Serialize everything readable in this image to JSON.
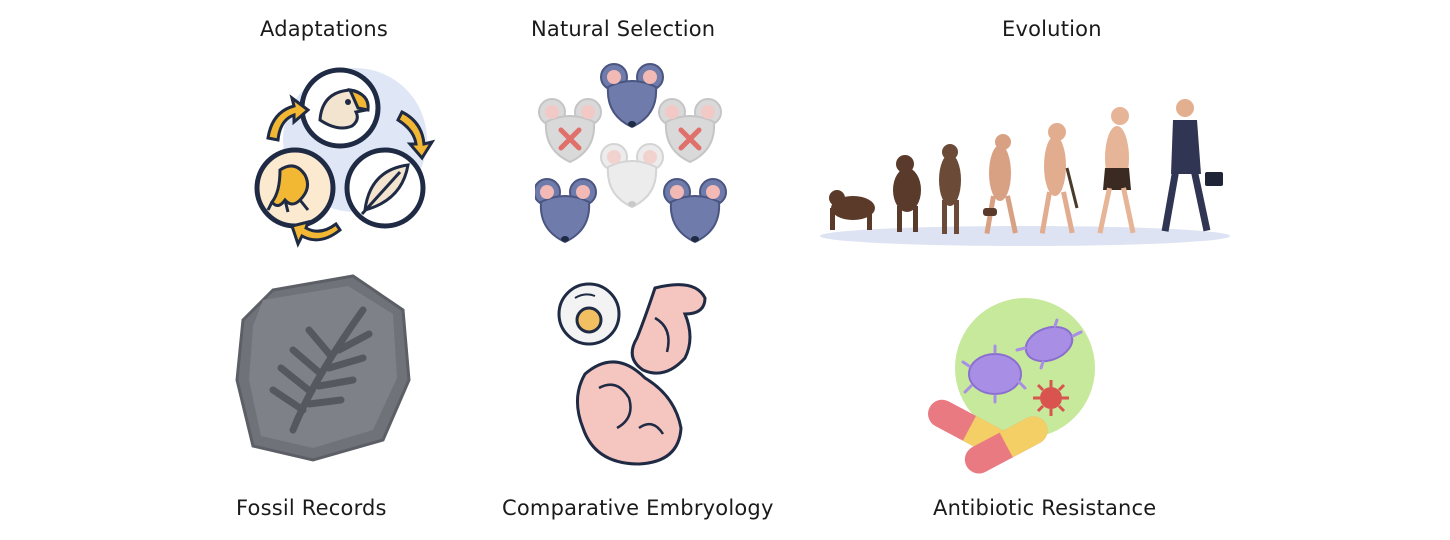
{
  "labels": {
    "adaptations": "Adaptations",
    "natural_selection": "Natural Selection",
    "evolution": "Evolution",
    "fossil_records": "Fossil Records",
    "comparative_embryology": "Comparative Embryology",
    "antibiotic_resistance": "Antibiotic Resistance"
  },
  "colors": {
    "outline": "#1f2a44",
    "arrow": "#f2b733",
    "circle_bg": "#dfe6f6",
    "mouse_alive": "#6e7bab",
    "mouse_eliminated": "#d9d9d9",
    "mouse_survivor": "#ececec",
    "cross": "#e0706a",
    "ear_inner": "#f2b9b5",
    "fossil_stone": "#6f7278",
    "embryo": "#f5c6c0",
    "bacteria_bg": "#c7e99b",
    "bacteria": "#a98ee6",
    "virus": "#d9534f",
    "pill_red": "#e97a82",
    "pill_yellow": "#f3cf65"
  },
  "icons": {
    "adaptations": [
      "eagle-head-icon",
      "eagle-claw-icon",
      "feather-icon",
      "cycle-arrow-icon"
    ],
    "natural_selection": [
      "mouse-icon",
      "eliminated-mouse-icon",
      "survivor-mouse-icon"
    ],
    "evolution": [
      "human-evolution-march-icon"
    ],
    "fossil_records": [
      "fern-fossil-icon"
    ],
    "comparative_embryology": [
      "egg-cell-icon",
      "early-embryo-icon",
      "fetus-icon"
    ],
    "antibiotic_resistance": [
      "bacteria-icon",
      "virus-icon",
      "capsule-pill-icon"
    ]
  }
}
